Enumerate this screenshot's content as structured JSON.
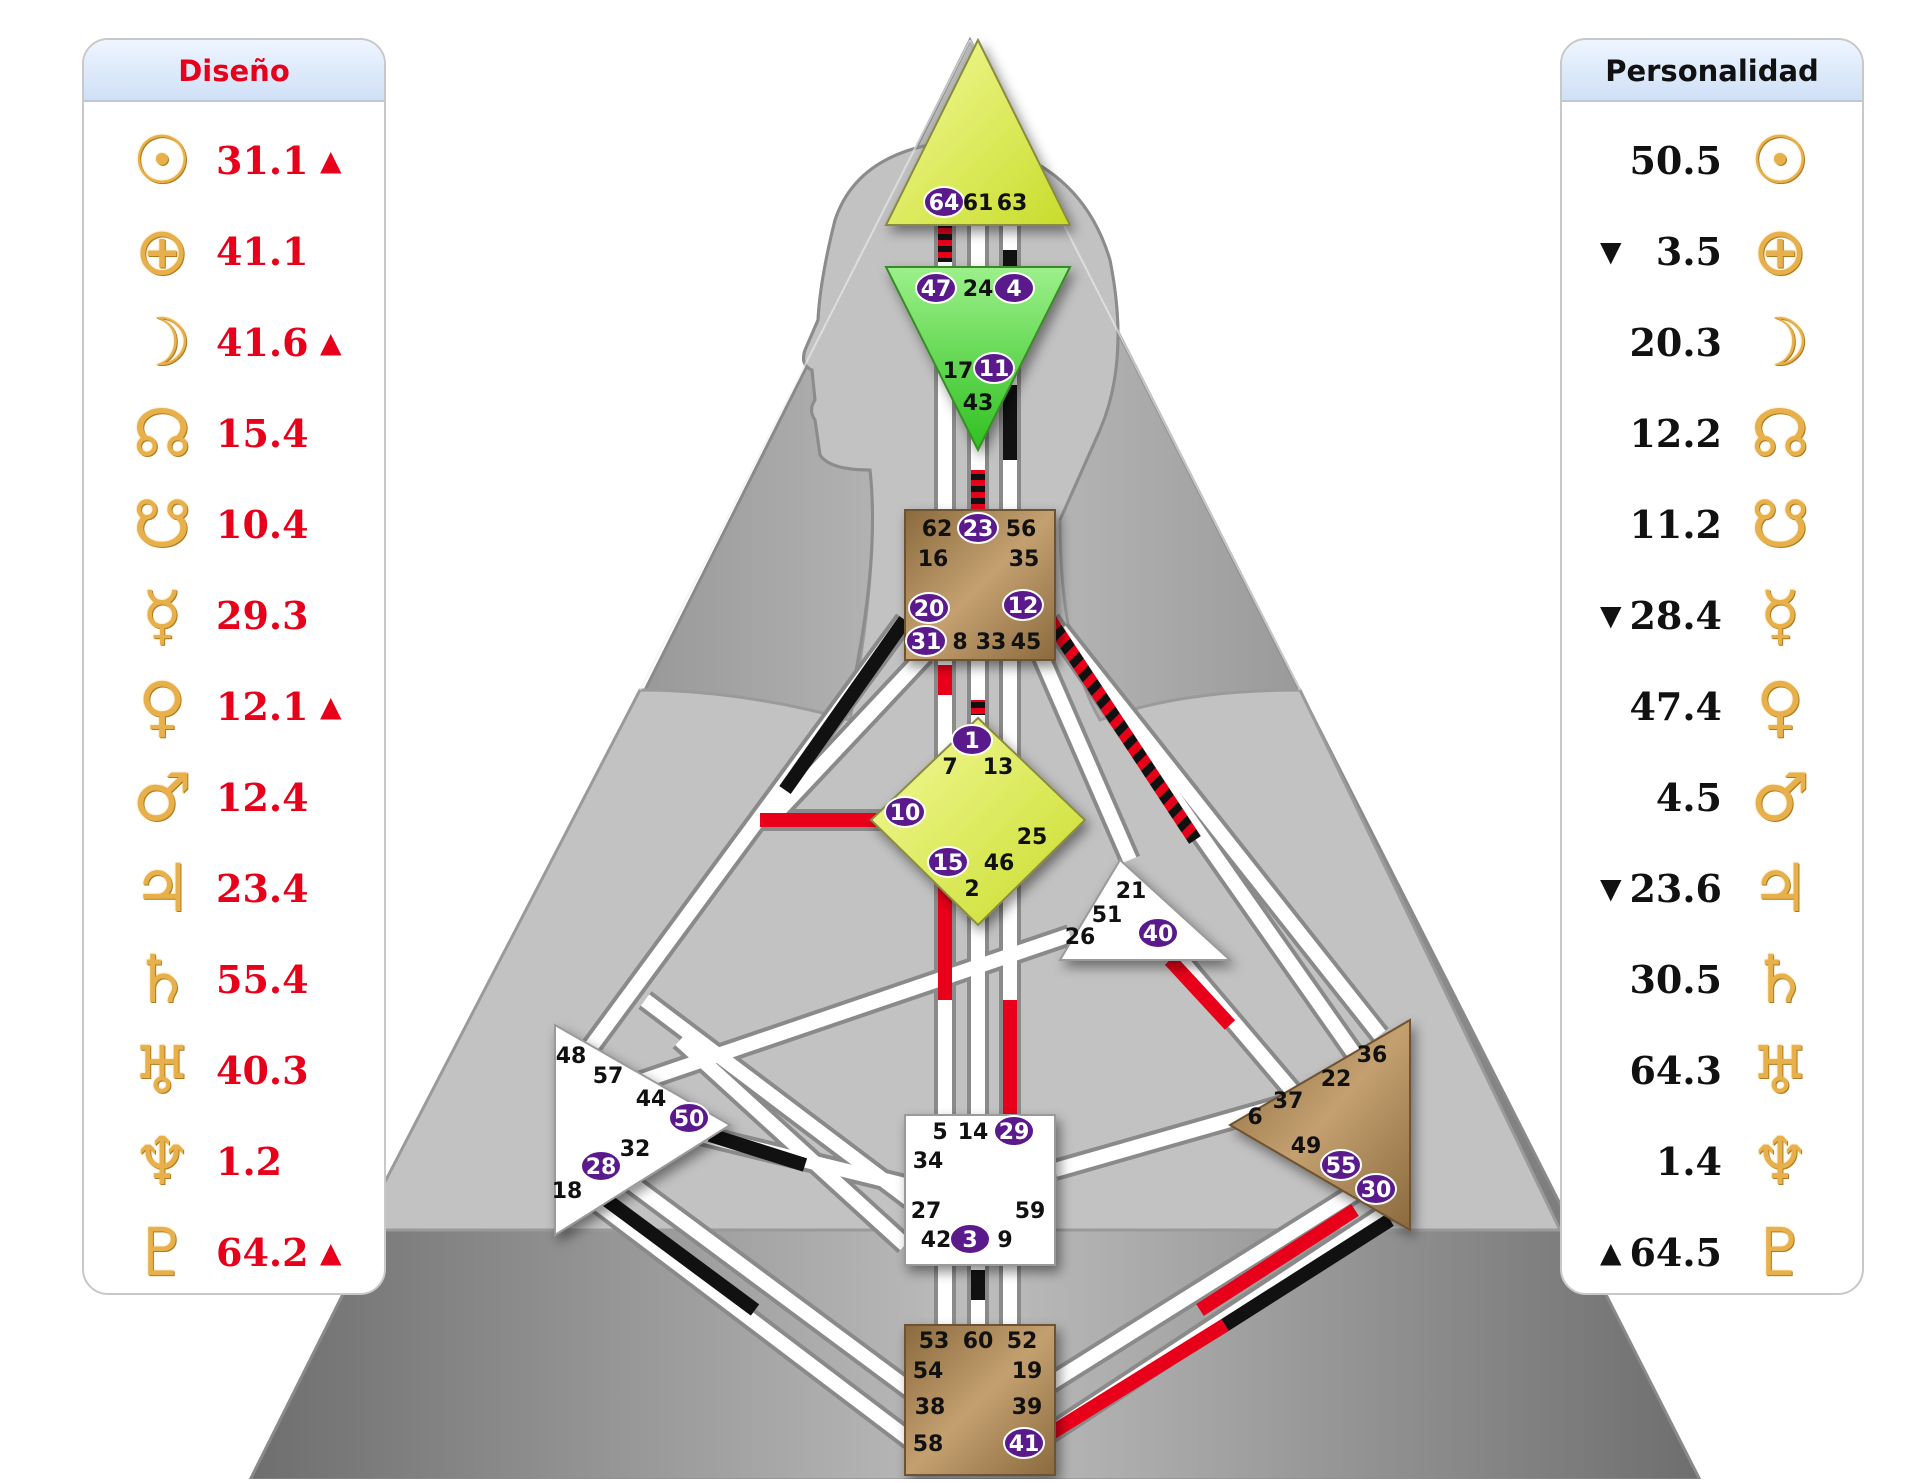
{
  "design": {
    "title": "Diseño",
    "color": "#e8001a",
    "rows": [
      {
        "planet": "sun",
        "glyph": "☉",
        "value": "31.1",
        "arrow": "▲"
      },
      {
        "planet": "earth",
        "glyph": "⊕",
        "value": "41.1",
        "arrow": ""
      },
      {
        "planet": "moon",
        "glyph": "☽",
        "value": "41.6",
        "arrow": "▲"
      },
      {
        "planet": "north-node",
        "glyph": "☊",
        "value": "15.4",
        "arrow": ""
      },
      {
        "planet": "south-node",
        "glyph": "☋",
        "value": "10.4",
        "arrow": ""
      },
      {
        "planet": "mercury",
        "glyph": "☿",
        "value": "29.3",
        "arrow": ""
      },
      {
        "planet": "venus",
        "glyph": "♀",
        "value": "12.1",
        "arrow": "▲"
      },
      {
        "planet": "mars",
        "glyph": "♂",
        "value": "12.4",
        "arrow": ""
      },
      {
        "planet": "jupiter",
        "glyph": "♃",
        "value": "23.4",
        "arrow": ""
      },
      {
        "planet": "saturn",
        "glyph": "♄",
        "value": "55.4",
        "arrow": ""
      },
      {
        "planet": "uranus",
        "glyph": "♅",
        "value": "40.3",
        "arrow": ""
      },
      {
        "planet": "neptune",
        "glyph": "♆",
        "value": "1.2",
        "arrow": ""
      },
      {
        "planet": "pluto",
        "glyph": "♇",
        "value": "64.2",
        "arrow": "▲"
      }
    ]
  },
  "personality": {
    "title": "Personalidad",
    "color": "#111111",
    "rows": [
      {
        "planet": "sun",
        "glyph": "☉",
        "value": "50.5",
        "arrow": ""
      },
      {
        "planet": "earth",
        "glyph": "⊕",
        "value": "3.5",
        "arrow": "▼"
      },
      {
        "planet": "moon",
        "glyph": "☽",
        "value": "20.3",
        "arrow": ""
      },
      {
        "planet": "north-node",
        "glyph": "☊",
        "value": "12.2",
        "arrow": ""
      },
      {
        "planet": "south-node",
        "glyph": "☋",
        "value": "11.2",
        "arrow": ""
      },
      {
        "planet": "mercury",
        "glyph": "☿",
        "value": "28.4",
        "arrow": "▼"
      },
      {
        "planet": "venus",
        "glyph": "♀",
        "value": "47.4",
        "arrow": ""
      },
      {
        "planet": "mars",
        "glyph": "♂",
        "value": "4.5",
        "arrow": ""
      },
      {
        "planet": "jupiter",
        "glyph": "♃",
        "value": "23.6",
        "arrow": "▼"
      },
      {
        "planet": "saturn",
        "glyph": "♄",
        "value": "30.5",
        "arrow": ""
      },
      {
        "planet": "uranus",
        "glyph": "♅",
        "value": "64.3",
        "arrow": ""
      },
      {
        "planet": "neptune",
        "glyph": "♆",
        "value": "1.4",
        "arrow": ""
      },
      {
        "planet": "pluto",
        "glyph": "♇",
        "value": "64.5",
        "arrow": "▲"
      }
    ]
  },
  "colors": {
    "design_red": "#e8001a",
    "personality_black": "#111111",
    "gate_circle": "#5a1a8c",
    "head_center": "#e4f25a",
    "ajna_center": "#58d83a",
    "brown_center": "#a8865a",
    "glyph_gold": "#e8b04a"
  },
  "bodygraph": {
    "centers": [
      {
        "id": "head",
        "gates": [
          "64",
          "61",
          "63"
        ],
        "defined": true,
        "color": "#e4f25a"
      },
      {
        "id": "ajna",
        "gates": [
          "47",
          "24",
          "4",
          "17",
          "11",
          "43"
        ],
        "defined": true,
        "color": "#58d83a"
      },
      {
        "id": "throat",
        "gates": [
          "62",
          "23",
          "56",
          "16",
          "35",
          "20",
          "12",
          "31",
          "8",
          "33",
          "45"
        ],
        "defined": true,
        "color": "#a8865a"
      },
      {
        "id": "g-center",
        "gates": [
          "1",
          "7",
          "13",
          "10",
          "25",
          "15",
          "46",
          "2"
        ],
        "defined": true,
        "color": "#e4f25a"
      },
      {
        "id": "heart",
        "gates": [
          "21",
          "51",
          "26",
          "40"
        ],
        "defined": false,
        "color": "#ffffff"
      },
      {
        "id": "spleen",
        "gates": [
          "48",
          "57",
          "44",
          "50",
          "32",
          "28",
          "18"
        ],
        "defined": false,
        "color": "#ffffff"
      },
      {
        "id": "solar-plexus",
        "gates": [
          "36",
          "22",
          "37",
          "6",
          "49",
          "55",
          "30"
        ],
        "defined": true,
        "color": "#a8865a"
      },
      {
        "id": "sacral",
        "gates": [
          "5",
          "14",
          "29",
          "34",
          "27",
          "59",
          "42",
          "3",
          "9"
        ],
        "defined": false,
        "color": "#ffffff"
      },
      {
        "id": "root",
        "gates": [
          "53",
          "60",
          "52",
          "54",
          "19",
          "38",
          "39",
          "58",
          "41"
        ],
        "defined": true,
        "color": "#a8865a"
      }
    ],
    "active_gates": [
      "64",
      "47",
      "4",
      "11",
      "23",
      "20",
      "12",
      "31",
      "1",
      "10",
      "15",
      "40",
      "50",
      "28",
      "55",
      "30",
      "29",
      "3",
      "41"
    ]
  }
}
